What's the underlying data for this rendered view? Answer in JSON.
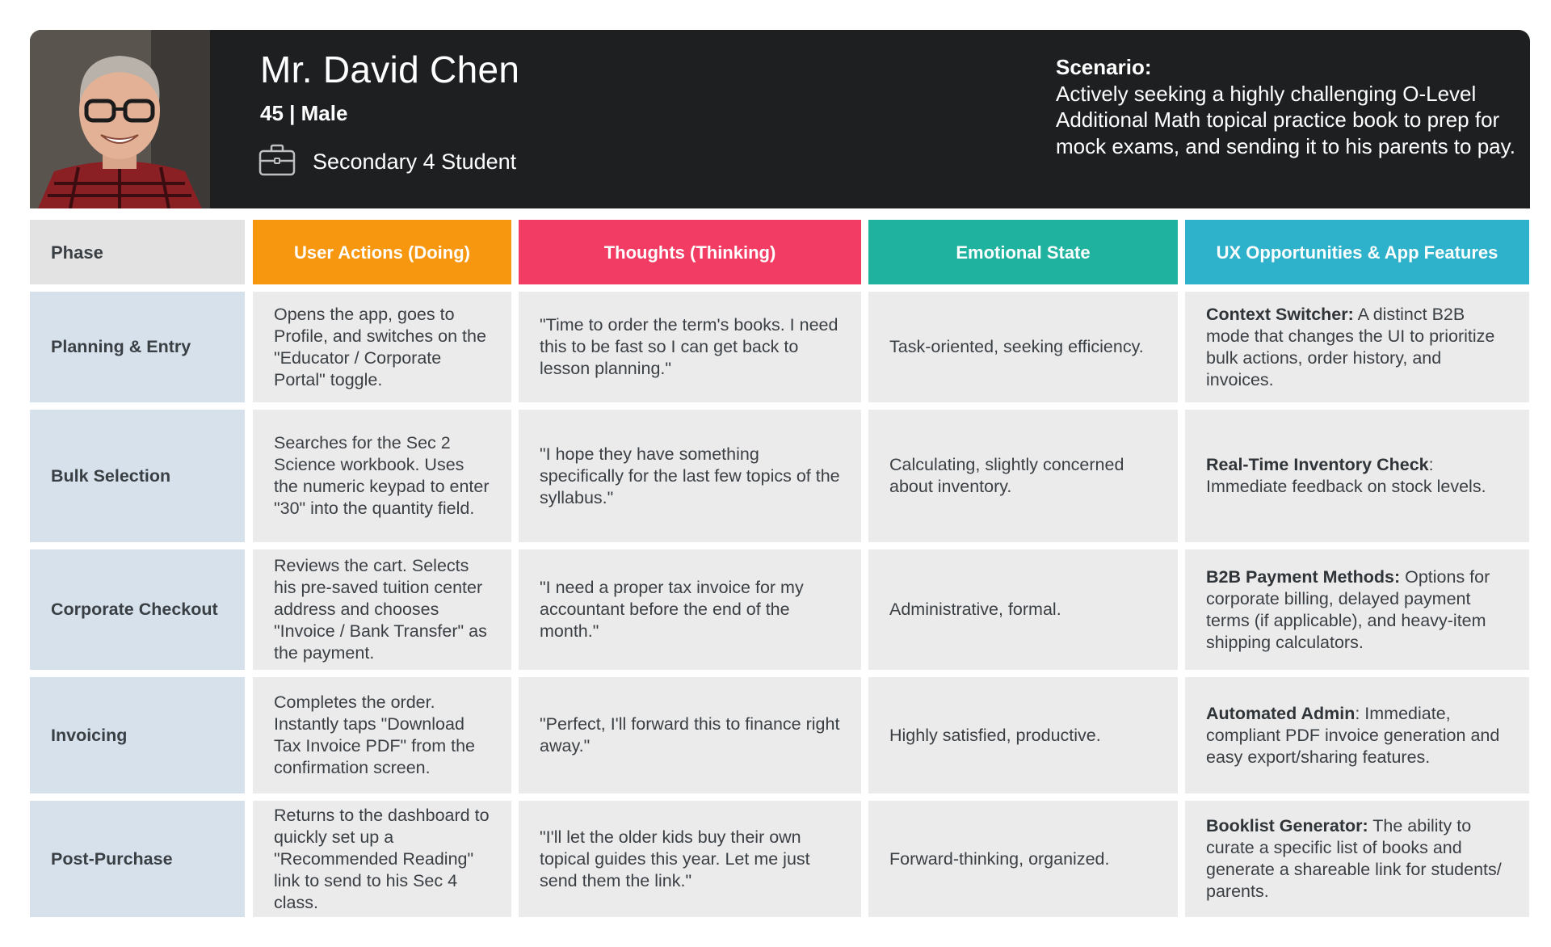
{
  "persona": {
    "name": "Mr. David Chen",
    "meta": "45 | Male",
    "role": "Secondary 4 Student",
    "scenario_label": "Scenario:",
    "scenario_text": "Actively seeking a highly challenging O-Level Additional Math topical practice book to prep for mock exams, and sending it to his parents to pay."
  },
  "colors": {
    "header_bg": "#1d1f21",
    "actions": "#f7960f",
    "thoughts": "#f23c63",
    "emotion": "#1fb39f",
    "ux": "#2eb2cc",
    "phase_bg": "#d6e1ec",
    "cell_bg": "#ecebec"
  },
  "columns": {
    "phase": "Phase",
    "actions": "User Actions (Doing)",
    "thoughts": "Thoughts (Thinking)",
    "emotion": "Emotional State",
    "ux": "UX Opportunities & App Features"
  },
  "rows": [
    {
      "phase": "Planning & Entry",
      "actions": "Opens the app, goes to Profile, and switches on the \"Educator / Corporate Portal\" toggle.",
      "thoughts": "\"Time to order the term's books. I need this to be fast so I can get back to lesson planning.\"",
      "emotion": "Task-oriented, seeking efficiency.",
      "ux_title": "Context Switcher:",
      "ux_text": " A distinct B2B mode that changes the UI to prioritize bulk actions, order history, and invoices."
    },
    {
      "phase": "Bulk Selection",
      "actions": "Searches for the Sec 2 Science workbook. Uses the numeric keypad to enter \"30\" into the quantity field.",
      "thoughts": "\"I hope they have something specifically for the last few topics of the syllabus.\"",
      "emotion": "Calculating, slightly concerned about inventory.",
      "ux_title": "Real-Time Inventory Check",
      "ux_text": ": Immediate feedback on stock levels."
    },
    {
      "phase": "Corporate Checkout",
      "actions": "Reviews the cart. Selects his pre-saved tuition center address and chooses \"Invoice / Bank Transfer\" as the payment.",
      "thoughts": "\"I need a proper tax invoice for my accountant before the end of the month.\"",
      "emotion": "Administrative, formal.",
      "ux_title": "B2B Payment Methods:",
      "ux_text": " Options for corporate billing, delayed payment terms (if applicable), and heavy-item shipping calculators."
    },
    {
      "phase": "Invoicing",
      "actions": "Completes the order. Instantly taps \"Download Tax Invoice PDF\" from the confirmation screen.",
      "thoughts": "\"Perfect, I'll forward this to finance right away.\"",
      "emotion": "Highly satisfied, productive.",
      "ux_title": "Automated Admin",
      "ux_text": ": Immediate, compliant PDF invoice generation and easy export/sharing features."
    },
    {
      "phase": "Post-Purchase",
      "actions": "Returns to the dashboard to quickly set up a \"Recommended Reading\" link to send to his Sec 4 class.",
      "thoughts": "\"I'll let the older kids buy their own topical guides this year. Let me just send them the link.\"",
      "emotion": "Forward-thinking, organized.",
      "ux_title": "Booklist Generator:",
      "ux_text": " The ability to curate a specific list of books and generate a shareable link for students/ parents."
    }
  ]
}
